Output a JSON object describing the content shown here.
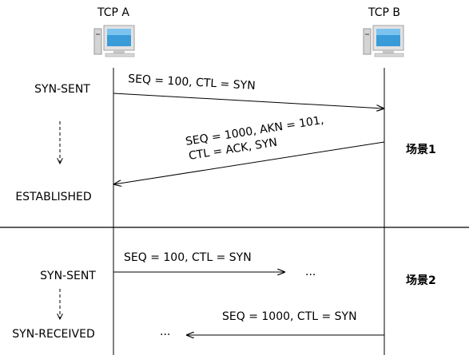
{
  "hosts": {
    "a": {
      "name": "TCP A",
      "icon": "computer-icon"
    },
    "b": {
      "name": "TCP B",
      "icon": "computer-icon"
    }
  },
  "scenario1": {
    "label": "场景1",
    "states": [
      "SYN-SENT",
      "ESTABLISHED"
    ],
    "messages": [
      {
        "text": "SEQ = 100, CTL = SYN",
        "direction": "A->B"
      },
      {
        "line1": "SEQ = 1000, AKN = 101,",
        "line2": "CTL = ACK, SYN",
        "direction": "B->A"
      }
    ]
  },
  "scenario2": {
    "label": "场景2",
    "states": [
      "SYN-SENT",
      "SYN-RECEIVED"
    ],
    "messages": [
      {
        "text": "SEQ = 100,  CTL = SYN",
        "direction": "A->B",
        "continuation": "..."
      },
      {
        "text": "SEQ = 1000,  CTL = SYN",
        "direction": "B->A",
        "continuation": "..."
      }
    ]
  },
  "colors": {
    "line": "#000000",
    "monitor_frame": "#c8c8c8",
    "screen": "#3a9bd9"
  }
}
